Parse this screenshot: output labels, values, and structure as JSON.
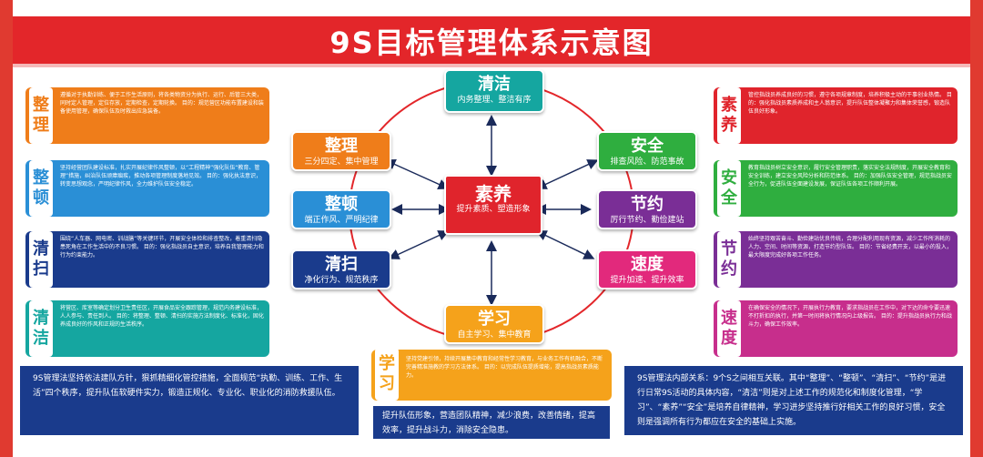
{
  "title": "9S目标管理体系示意图",
  "colors": {
    "red": "#e3262a",
    "navy": "#1a3b8c",
    "orange": "#ef7d1a",
    "blue": "#2a8fd6",
    "teal": "#15a6a0",
    "green": "#2fae3f",
    "purple": "#7a2e96",
    "pink": "#e2297c",
    "yellow": "#f5a21b",
    "crimson": "#e0242c",
    "magenta": "#c72e8c"
  },
  "center": {
    "title": "素养",
    "sub": "提升素质、塑造形象"
  },
  "nodes": {
    "top": {
      "title": "清洁",
      "sub": "内务整理、整洁有序"
    },
    "l1": {
      "title": "整理",
      "sub": "三分四定、集中管理"
    },
    "l2": {
      "title": "整顿",
      "sub": "端正作风、严明纪律"
    },
    "l3": {
      "title": "清扫",
      "sub": "净化行为、规范秩序"
    },
    "r1": {
      "title": "安全",
      "sub": "排查风险、防范事故"
    },
    "r2": {
      "title": "节约",
      "sub": "厉行节约、勤俭建站"
    },
    "r3": {
      "title": "速度",
      "sub": "提升加速、提升效率"
    },
    "bottom": {
      "title": "学习",
      "sub": "自主学习、集中教育"
    }
  },
  "left_cards": [
    {
      "tag": "整理",
      "text": "遵循对于执勤训练、便于工作生活原则，将各类物资分为执行、运行、后管三大类，同时定人管理，定位存放，定期检查，定期轮换。\n目的：规范营区功能布置建设和装备使用管理，确保队伍及时救出应急装备。"
    },
    {
      "tag": "整顿",
      "text": "坚持经营团队建设标准，扎实开展纪律作风整顿，以“工程精神”强化队伍“教育、管理”措施，纠治队伍顽瘴痼疾，推动各项管理制度落地见效。\n目的：强化执法意识，转变思想观念，严明纪律作风，全力维护队伍安全稳定。"
    },
    {
      "tag": "清扫",
      "text": "围绕“人车器、网电密、训战膳”等关键环节，开展安全体检和排查整改，着重清扫隐患死角在工作生活中的不良习惯。\n目的：强化指战员自主意识，培养自我管理能力和行为约束能力。"
    },
    {
      "tag": "清洁",
      "text": "将营区、库室等确定划分卫生责任区，开展食品安全跟踪管理，规范内务建设标准，人人参与、责任到人。\n目的：将整理、整顿、清扫的实施方法制度化、标准化，固化养成良好的作风和正规的生活秩序。"
    }
  ],
  "right_cards": [
    {
      "tag": "素养",
      "text": "管控指战员养成良好的习惯，遵守各项规章制度，培养积极主动的干事创业热情。\n目的：强化指战员素质养成和主人翁意识，提升队伍整体凝聚力和集体荣誉感，锻造队伍良好形象。"
    },
    {
      "tag": "安全",
      "text": "教育指战员树立安全意识，履行安全管理职责，落实安全法规制度，开展安全教育和安全训练，建立安全风险分析和防范体系。\n目的：加强队伍安全管理，规范指战员安全行为，促进队伍全面建设发展，保证队伍各项工作顺利开展。"
    },
    {
      "tag": "节约",
      "text": "始终坚持艰苦奋斗、勤俭建站优良传统，合理分配利用现有资源，减少工作所消耗的人力、空间、时间等资源，打造节约型队伍。\n目的：节省经费开支，以最小的投入，最大限度完成好各项工作任务。"
    },
    {
      "tag": "速度",
      "text": "在确保安全的情况下，开展执行力教育，要求指战员在工作中，对下达的命令要迅速不打折扣的执行，并第一时间将执行情况向上级报告。\n目的：提升指战员执行力和战斗力，确保工作效率。"
    }
  ],
  "learn_card": {
    "tag": "学习",
    "text": "坚持党建引领，持续开展集中教育和经常性学习教育，与业务工作有机融合，不断完善精准施教的学习方法体系。\n目的：以完成队伍提质增能，提高指战员素质能力。"
  },
  "bottom_left": "9S管理法坚持依法建队方针，狠抓精细化管控措施，全面规范“执勤、训练、工作、生活”四个秩序，提升队伍软硬件实力，锻造正规化、专业化、职业化的消防救援队伍。",
  "bottom_mid": "提升队伍形象，营造团队精神，减少浪费，改善情绪，提高效率，提升战斗力，消除安全隐患。",
  "bottom_right": "9S管理法内部关系：9个S之间相互关联。其中“整理”、“整顿”、“清扫”、“节约”是进行日常9S活动的具体内容，“清洁”则是对上述工作的规范化和制度化管理，“学习”、“素养”“安全”是培养自律精神，学习进步坚持推行好相关工作的良好习惯，安全则是强调所有行为都应在安全的基础上实施。"
}
